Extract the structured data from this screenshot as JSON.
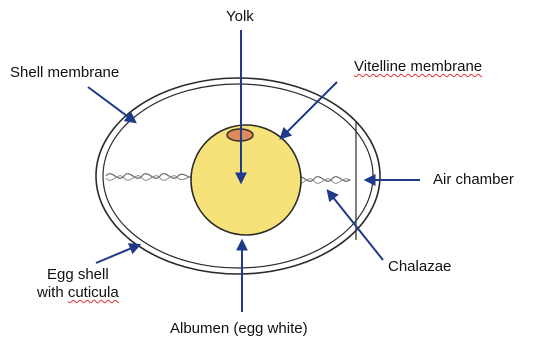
{
  "diagram": {
    "labels": {
      "yolk": "Yolk",
      "shell_membrane": "Shell membrane",
      "vitelline_membrane": "Vitelline membrane",
      "air_chamber": "Air chamber",
      "chalazae": "Chalazae",
      "egg_shell_line1": "Egg shell",
      "egg_shell_line2_prefix": "with ",
      "egg_shell_line2_word": "cuticula",
      "albumen": "Albumen (egg white)"
    },
    "colors": {
      "arrow": "#1f3a8a",
      "yolk_fill": "#f7e27a",
      "yolk_stroke": "#2a2a2a",
      "germinal_disc": "#e08a5a",
      "egg_outline": "#2a2a2a",
      "chalazae": "#6a6a6a"
    }
  }
}
